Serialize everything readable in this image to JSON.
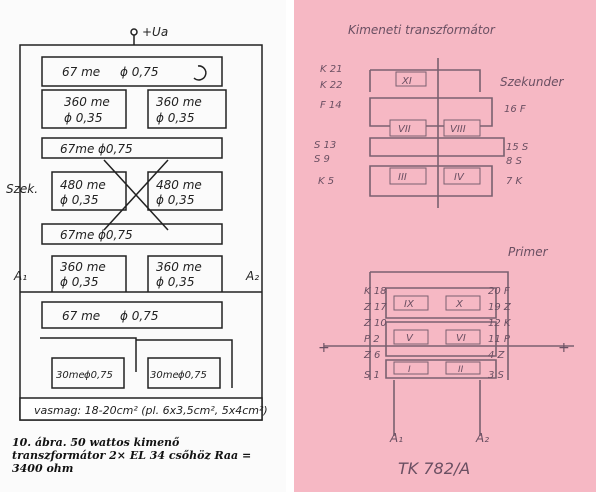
{
  "left_panel": {
    "supply_label": "+Ua",
    "coil_labels": [
      "67 me",
      "ϕ 0,75",
      "360 me",
      "ϕ 0,35",
      "67me",
      "480 me",
      "30me",
      "ϕ0,75"
    ],
    "group_label": "Szek.",
    "anode_labels": [
      "A₁",
      "A₂"
    ],
    "core_note": "vasmag: 18-20cm² (pl. 6x3,5cm², 5x4cm²)",
    "caption": "10. ábra. 50 wattos kimenő transzformátor 2× EL 34 csőhöz Raa = 3400 ohm"
  },
  "right_panel": {
    "title": "Kimeneti transzformátor",
    "secondary_label": "Szekunder",
    "primary_label": "Primer",
    "left_terminals": [
      "K 21",
      "K 22",
      "F 14",
      "S 13",
      "S 9",
      "K 5",
      "K 18",
      "Z 17",
      "Z 10",
      "P 2",
      "Z 6",
      "S 1"
    ],
    "right_terminals": [
      "16 F",
      "15 S",
      "8 S",
      "7 K",
      "20 F",
      "19 Z",
      "12 K",
      "11 P",
      "4 Z",
      "3 S"
    ],
    "roman_numerals": [
      "XI",
      "VII",
      "VIII",
      "III",
      "IV",
      "IX",
      "X",
      "V",
      "VI",
      "I",
      "II"
    ],
    "anode_labels": [
      "A₁",
      "A₂"
    ],
    "model": "TK 782/A"
  }
}
